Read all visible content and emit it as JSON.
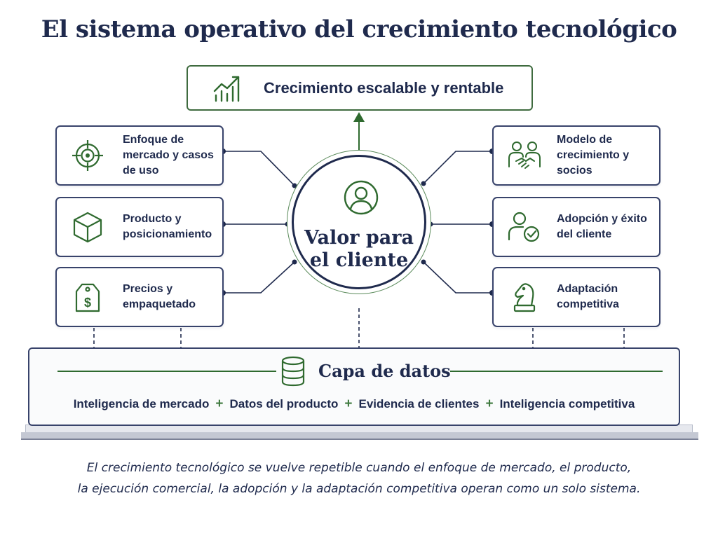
{
  "title": "El sistema operativo del crecimiento tecnológico",
  "goal": {
    "label": "Crecimiento escalable y rentable",
    "icon": "growth-chart-icon"
  },
  "center": {
    "line1": "Valor para",
    "line2": "el cliente",
    "icon": "user-circle-icon"
  },
  "left_cards": [
    {
      "id": "enfoque",
      "icon": "target-icon",
      "lines": [
        "Enfoque de",
        "mercado y casos",
        "de uso"
      ]
    },
    {
      "id": "producto",
      "icon": "cube-icon",
      "lines": [
        "Producto y",
        "posicionamiento"
      ]
    },
    {
      "id": "precios",
      "icon": "price-tag-icon",
      "lines": [
        "Precios y",
        "empaquetado"
      ]
    }
  ],
  "right_cards": [
    {
      "id": "modelo",
      "icon": "handshake-people-icon",
      "lines": [
        "Modelo de",
        "crecimiento y socios"
      ]
    },
    {
      "id": "adopcion",
      "icon": "user-check-icon",
      "lines": [
        "Adopción y éxito",
        "del cliente"
      ]
    },
    {
      "id": "adaptacion",
      "icon": "chess-knight-icon",
      "lines": [
        "Adaptación",
        "competitiva"
      ]
    }
  ],
  "data_layer": {
    "title": "Capa de datos",
    "icon": "database-icon",
    "sources": [
      "Inteligencia de mercado",
      "Datos del producto",
      "Evidencia de clientes",
      "Inteligencia competitiva"
    ],
    "separator": "+"
  },
  "caption": {
    "line1": "El crecimiento tecnológico se vuelve repetible cuando el enfoque de mercado, el producto,",
    "line2": "la ejecución comercial, la adopción y la adaptación competitiva operan como un solo sistema."
  },
  "colors": {
    "navy": "#1f2a4d",
    "green": "#2f6a2f",
    "border": "#38436b"
  }
}
